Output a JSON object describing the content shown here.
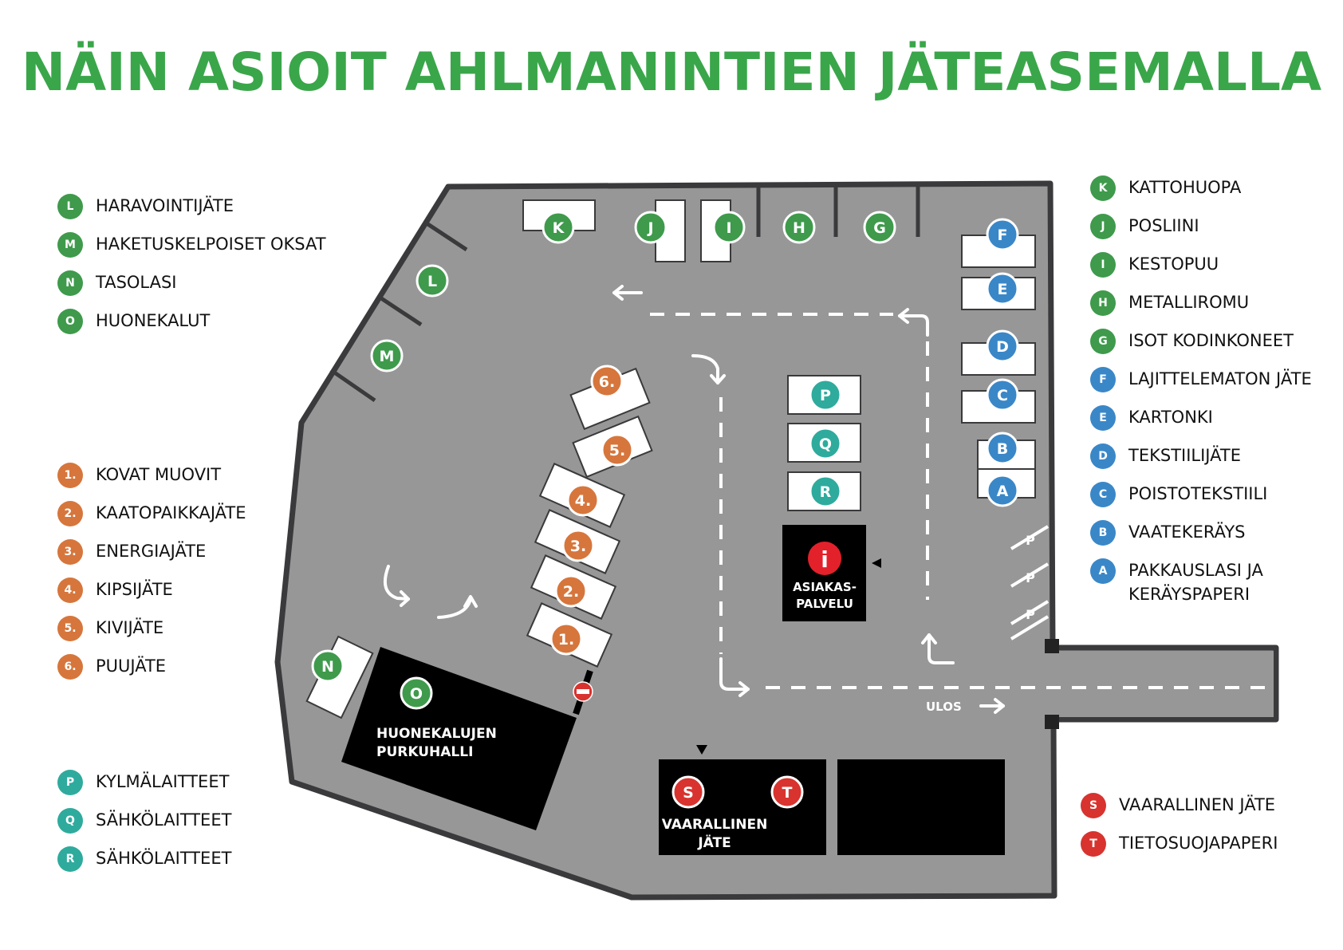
{
  "title": "NÄIN ASIOIT AHLMANINTIEN JÄTEASEMALLA",
  "colors": {
    "green": "#3f9a4c",
    "orange": "#d6763c",
    "teal": "#2eab9d",
    "blue": "#3a87c8",
    "red": "#d8332f",
    "title": "#3aa64a",
    "ground": "#979797",
    "outline": "#3a3a3c"
  },
  "legend_left_top": [
    {
      "badge": "L",
      "label": "HARAVOINTIJÄTE",
      "color": "green"
    },
    {
      "badge": "M",
      "label": "HAKETUSKELPOISET OKSAT",
      "color": "green"
    },
    {
      "badge": "N",
      "label": "TASOLASI",
      "color": "green"
    },
    {
      "badge": "O",
      "label": "HUONEKALUT",
      "color": "green"
    }
  ],
  "legend_left_mid": [
    {
      "badge": "1.",
      "label": "KOVAT MUOVIT",
      "color": "orange"
    },
    {
      "badge": "2.",
      "label": "KAATOPAIKKAJÄTE",
      "color": "orange"
    },
    {
      "badge": "3.",
      "label": "ENERGIAJÄTE",
      "color": "orange"
    },
    {
      "badge": "4.",
      "label": "KIPSIJÄTE",
      "color": "orange"
    },
    {
      "badge": "5.",
      "label": "KIVIJÄTE",
      "color": "orange"
    },
    {
      "badge": "6.",
      "label": "PUUJÄTE",
      "color": "orange"
    }
  ],
  "legend_left_bottom": [
    {
      "badge": "P",
      "label": "KYLMÄLAITTEET",
      "color": "teal"
    },
    {
      "badge": "Q",
      "label": "SÄHKÖLAITTEET",
      "color": "teal"
    },
    {
      "badge": "R",
      "label": "SÄHKÖLAITTEET",
      "color": "teal"
    }
  ],
  "legend_right_top": [
    {
      "badge": "K",
      "label": "KATTOHUOPA",
      "color": "green"
    },
    {
      "badge": "J",
      "label": "POSLIINI",
      "color": "green"
    },
    {
      "badge": "I",
      "label": "KESTOPUU",
      "color": "green"
    },
    {
      "badge": "H",
      "label": "METALLIROMU",
      "color": "green"
    },
    {
      "badge": "G",
      "label": "ISOT KODINKONEET",
      "color": "green"
    },
    {
      "badge": "F",
      "label": "LAJITTELEMATON JÄTE",
      "color": "blue"
    },
    {
      "badge": "E",
      "label": "KARTONKI",
      "color": "blue"
    },
    {
      "badge": "D",
      "label": "TEKSTIILIJÄTE",
      "color": "blue"
    },
    {
      "badge": "C",
      "label": "POISTOTEKSTIILI",
      "color": "blue"
    },
    {
      "badge": "B",
      "label": "VAATEKERÄYS",
      "color": "blue"
    },
    {
      "badge": "A",
      "label": "PAKKAUSLASI JA KERÄYSPAPERI",
      "color": "blue"
    }
  ],
  "legend_right_bottom": [
    {
      "badge": "S",
      "label": "VAARALLINEN JÄTE",
      "color": "red"
    },
    {
      "badge": "T",
      "label": "TIETOSUOJAPAPERI",
      "color": "red"
    }
  ],
  "map": {
    "furniture_hall": [
      "HUONEKALUJEN",
      "PURKUHALLI"
    ],
    "info_desk": [
      "ASIAKAS-",
      "PALVELU"
    ],
    "info_icon": "i",
    "hazardous": [
      "VAARALLINEN",
      "JÄTE"
    ],
    "exit_label": "ULOS",
    "parking_label": "P",
    "no_entry_icon": "no-entry-sign",
    "markers": [
      {
        "id": "K",
        "color": "green"
      },
      {
        "id": "J",
        "color": "green"
      },
      {
        "id": "I",
        "color": "green"
      },
      {
        "id": "H",
        "color": "green"
      },
      {
        "id": "G",
        "color": "green"
      },
      {
        "id": "L",
        "color": "green"
      },
      {
        "id": "M",
        "color": "green"
      },
      {
        "id": "N",
        "color": "green"
      },
      {
        "id": "O",
        "color": "green"
      },
      {
        "id": "F",
        "color": "blue"
      },
      {
        "id": "E",
        "color": "blue"
      },
      {
        "id": "D",
        "color": "blue"
      },
      {
        "id": "C",
        "color": "blue"
      },
      {
        "id": "B",
        "color": "blue"
      },
      {
        "id": "A",
        "color": "blue"
      },
      {
        "id": "P",
        "color": "teal"
      },
      {
        "id": "Q",
        "color": "teal"
      },
      {
        "id": "R",
        "color": "teal"
      },
      {
        "id": "6.",
        "color": "orange"
      },
      {
        "id": "5.",
        "color": "orange"
      },
      {
        "id": "4.",
        "color": "orange"
      },
      {
        "id": "3.",
        "color": "orange"
      },
      {
        "id": "2.",
        "color": "orange"
      },
      {
        "id": "1.",
        "color": "orange"
      },
      {
        "id": "S",
        "color": "red"
      },
      {
        "id": "T",
        "color": "red"
      }
    ]
  }
}
